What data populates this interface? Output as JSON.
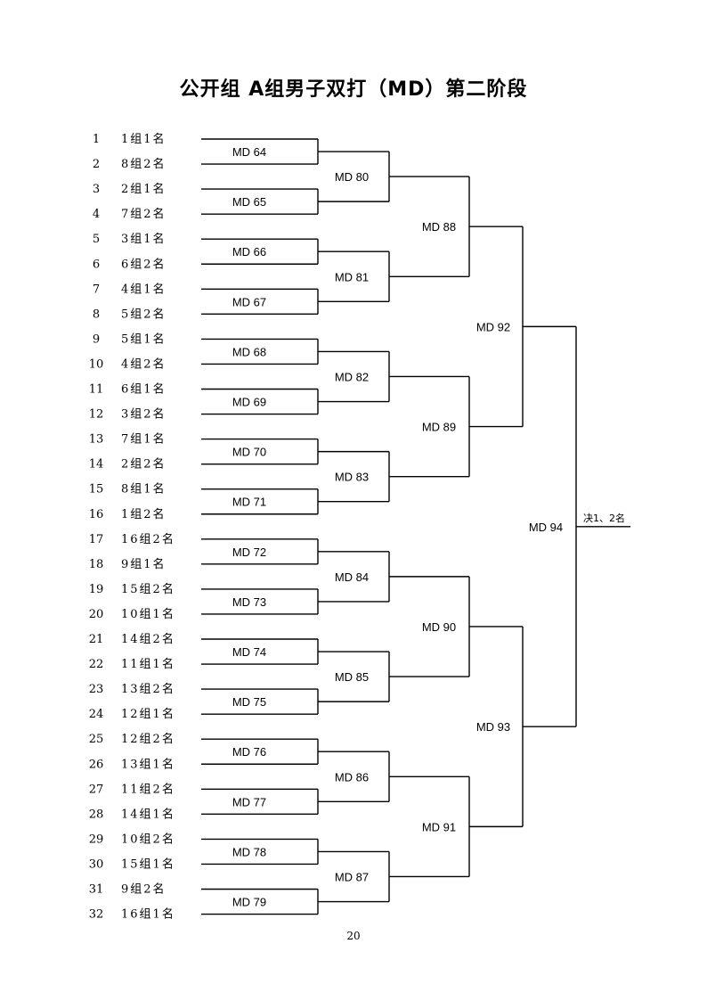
{
  "title": "公开组  A组男子双打（MD）第二阶段",
  "entries": [
    {
      "num": "1",
      "team": "1组1名"
    },
    {
      "num": "2",
      "team": "8组2名"
    },
    {
      "num": "3",
      "team": "2组1名"
    },
    {
      "num": "4",
      "team": "7组2名"
    },
    {
      "num": "5",
      "team": "3组1名"
    },
    {
      "num": "6",
      "team": "6组2名"
    },
    {
      "num": "7",
      "team": "4组1名"
    },
    {
      "num": "8",
      "team": "5组2名"
    },
    {
      "num": "9",
      "team": "5组1名"
    },
    {
      "num": "10",
      "team": "4组2名"
    },
    {
      "num": "11",
      "team": "6组1名"
    },
    {
      "num": "12",
      "team": "3组2名"
    },
    {
      "num": "13",
      "team": "7组1名"
    },
    {
      "num": "14",
      "team": "2组2名"
    },
    {
      "num": "15",
      "team": "8组1名"
    },
    {
      "num": "16",
      "team": "1组2名"
    },
    {
      "num": "17",
      "team": "16组2名"
    },
    {
      "num": "18",
      "team": "9组1名"
    },
    {
      "num": "19",
      "team": "15组2名"
    },
    {
      "num": "20",
      "team": "10组1名"
    },
    {
      "num": "21",
      "team": "14组2名"
    },
    {
      "num": "22",
      "team": "11组1名"
    },
    {
      "num": "23",
      "team": "13组2名"
    },
    {
      "num": "24",
      "team": "12组1名"
    },
    {
      "num": "25",
      "team": "12组2名"
    },
    {
      "num": "26",
      "team": "13组1名"
    },
    {
      "num": "27",
      "team": "11组2名"
    },
    {
      "num": "28",
      "team": "14组1名"
    },
    {
      "num": "29",
      "team": "10组2名"
    },
    {
      "num": "30",
      "team": "15组1名"
    },
    {
      "num": "31",
      "team": "9组2名"
    },
    {
      "num": "32",
      "team": "16组1名"
    }
  ],
  "rounds": [
    [
      "MD 64",
      "MD 65",
      "MD 66",
      "MD 67",
      "MD 68",
      "MD 69",
      "MD 70",
      "MD 71",
      "MD 72",
      "MD 73",
      "MD 74",
      "MD 75",
      "MD 76",
      "MD 77",
      "MD 78",
      "MD 79"
    ],
    [
      "MD 80",
      "MD 81",
      "MD 82",
      "MD 83",
      "MD 84",
      "MD 85",
      "MD 86",
      "MD 87"
    ],
    [
      "MD 88",
      "MD 89",
      "MD 90",
      "MD 91"
    ],
    [
      "MD 92",
      "MD 93"
    ],
    [
      "MD 94"
    ]
  ],
  "final_label": "决1、2名",
  "page_number": "20"
}
